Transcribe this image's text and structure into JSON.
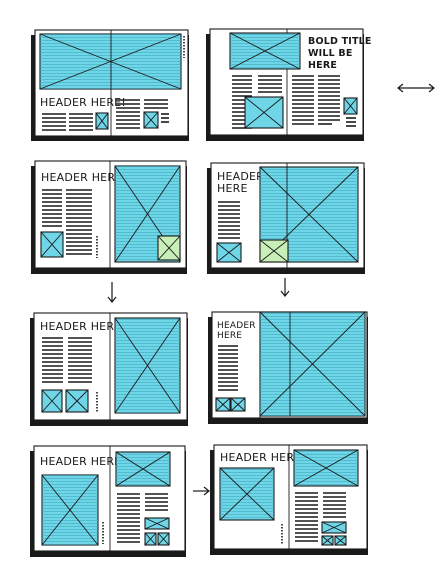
{
  "spreads": [
    {
      "id": 1,
      "header": "HEADER HERE!"
    },
    {
      "id": 2,
      "header": "BOLD TITLE WILL BE HERE",
      "header_lines": [
        "BOLD TITLE",
        "WILL BE",
        "HERE"
      ]
    },
    {
      "id": 3,
      "header": "HEADER HERE"
    },
    {
      "id": 4,
      "header": "HEADER HERE",
      "header_lines": [
        "HEADER",
        "HERE"
      ]
    },
    {
      "id": 5,
      "header": "HEADER HERE"
    },
    {
      "id": 6,
      "header": "HEADER HERE",
      "header_lines": [
        "HEADER",
        "HERE"
      ]
    },
    {
      "id": 7,
      "header": "HEADER HERE"
    },
    {
      "id": 8,
      "header": "HEADER HERE"
    }
  ],
  "arrows": [
    "double-arrow",
    "down-arrow",
    "down-arrow",
    "right-arrow"
  ],
  "colors": {
    "image_placeholder": "#6fd6e8",
    "accent_placeholder": "#c9efb9",
    "ink": "#1a1a1a"
  }
}
